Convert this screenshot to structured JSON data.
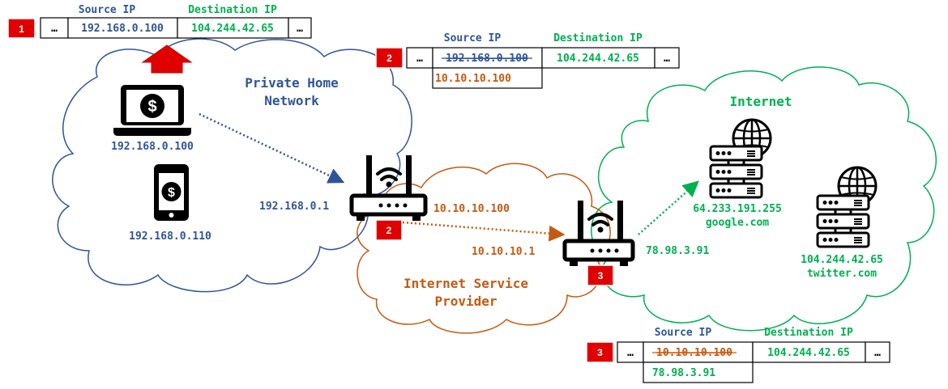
{
  "colors": {
    "home_blue": "#2F5597",
    "internet_green": "#00B050",
    "isp_orange": "#C55A11",
    "badge_red": "#E00000",
    "device_black": "#000000"
  },
  "header_labels": {
    "source": "Source IP",
    "destination": "Destination IP",
    "ellipsis": "…"
  },
  "packet1": {
    "badge": "1",
    "source_ip": "192.168.0.100",
    "destination_ip": "104.244.42.65"
  },
  "packet2": {
    "badge": "2",
    "source_ip_old": "192.168.0.100",
    "source_ip_new": "10.10.10.100",
    "destination_ip": "104.244.42.65"
  },
  "packet3": {
    "badge": "3",
    "source_ip_old": "10.10.10.100",
    "source_ip_new": "78.98.3.91",
    "destination_ip": "104.244.42.65"
  },
  "home_network": {
    "title_line1": "Private Home",
    "title_line2": "Network",
    "laptop_ip": "192.168.0.100",
    "laptop_icon": "laptop-dollar-icon",
    "phone_ip": "192.168.0.110",
    "phone_icon": "phone-dollar-icon",
    "router_ip": "192.168.0.1"
  },
  "home_router": {
    "icon": "wifi-router-icon",
    "badge": "2",
    "wan_ip": "10.10.10.100"
  },
  "isp": {
    "title_line1": "Internet Service",
    "title_line2": "Provider",
    "internal_ip": "10.10.10.1",
    "router_icon": "wifi-router-icon",
    "router_badge": "3",
    "public_ip": "78.98.3.91"
  },
  "internet": {
    "title": "Internet",
    "servers": [
      {
        "icon": "web-server-icon",
        "ip": "64.233.191.255",
        "name": "google.com"
      },
      {
        "icon": "web-server-icon",
        "ip": "104.244.42.65",
        "name": "twitter.com"
      }
    ]
  }
}
